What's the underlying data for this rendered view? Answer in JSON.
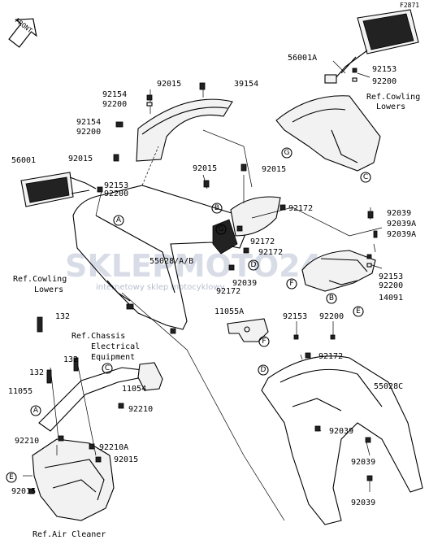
{
  "figure_id": "F2871",
  "front_label": "FRONT",
  "watermark": {
    "brand": "SKLEPMOTO24",
    "tagline": "internetowy sklep motocyklowy"
  },
  "part_labels": {
    "p56001A": "56001A",
    "p92153_a": "92153",
    "p92200_a": "92200",
    "p92015_top": "92015",
    "p39154": "39154",
    "p92154_a": "92154",
    "p92200_b": "92200",
    "p92154_b": "92154",
    "p92200_c": "92200",
    "p92015_left": "92015",
    "p56001": "56001",
    "p92153_b": "92153",
    "p92200_d": "92200",
    "p92015_mid": "92015",
    "p92015_right": "92015",
    "p92039_a": "92039",
    "p92039A_a": "92039A",
    "p92039A_b": "92039A",
    "p92172_a": "92172",
    "p92172_b": "92172",
    "p92172_c": "92172",
    "p55028AB": "55028/A/B",
    "p92039_b": "92039",
    "p92172_d": "92172",
    "p92153_c": "92153",
    "p92200_e": "92200",
    "p14091": "14091",
    "p11055A": "11055A",
    "p92153_d": "92153",
    "p92200_f": "92200",
    "p132_a": "132",
    "p132_b": "132",
    "p132_c": "132",
    "p11055": "11055",
    "p11054": "11054",
    "p92210_a": "92210",
    "p92210_b": "92210",
    "p92210A": "92210A",
    "p92015_bot": "92015",
    "p92015_left_bot": "92015",
    "p92172_e": "92172",
    "p55028C": "55028C",
    "p92039_c": "92039",
    "p92039_d": "92039",
    "p92039_e": "92039"
  },
  "references": {
    "cowling_lowers_right_1": "Ref.Cowling",
    "cowling_lowers_right_2": "Lowers",
    "cowling_lowers_left_1": "Ref.Cowling",
    "cowling_lowers_left_2": "Lowers",
    "chassis_1": "Ref.Chassis",
    "chassis_2": "Electrical",
    "chassis_3": "Equipment",
    "air_cleaner": "Ref.Air Cleaner"
  },
  "callouts": {
    "A1": "A",
    "A2": "A",
    "B1": "B",
    "B2": "B",
    "C1": "C",
    "C2": "C",
    "D1": "D",
    "D2": "D",
    "E1": "E",
    "E2": "E",
    "F1": "F",
    "F2": "F",
    "G1": "G",
    "G2": "G"
  },
  "icons": [
    "front-arrow-icon",
    "mirror-icon",
    "screw-icon",
    "grommet-icon"
  ]
}
